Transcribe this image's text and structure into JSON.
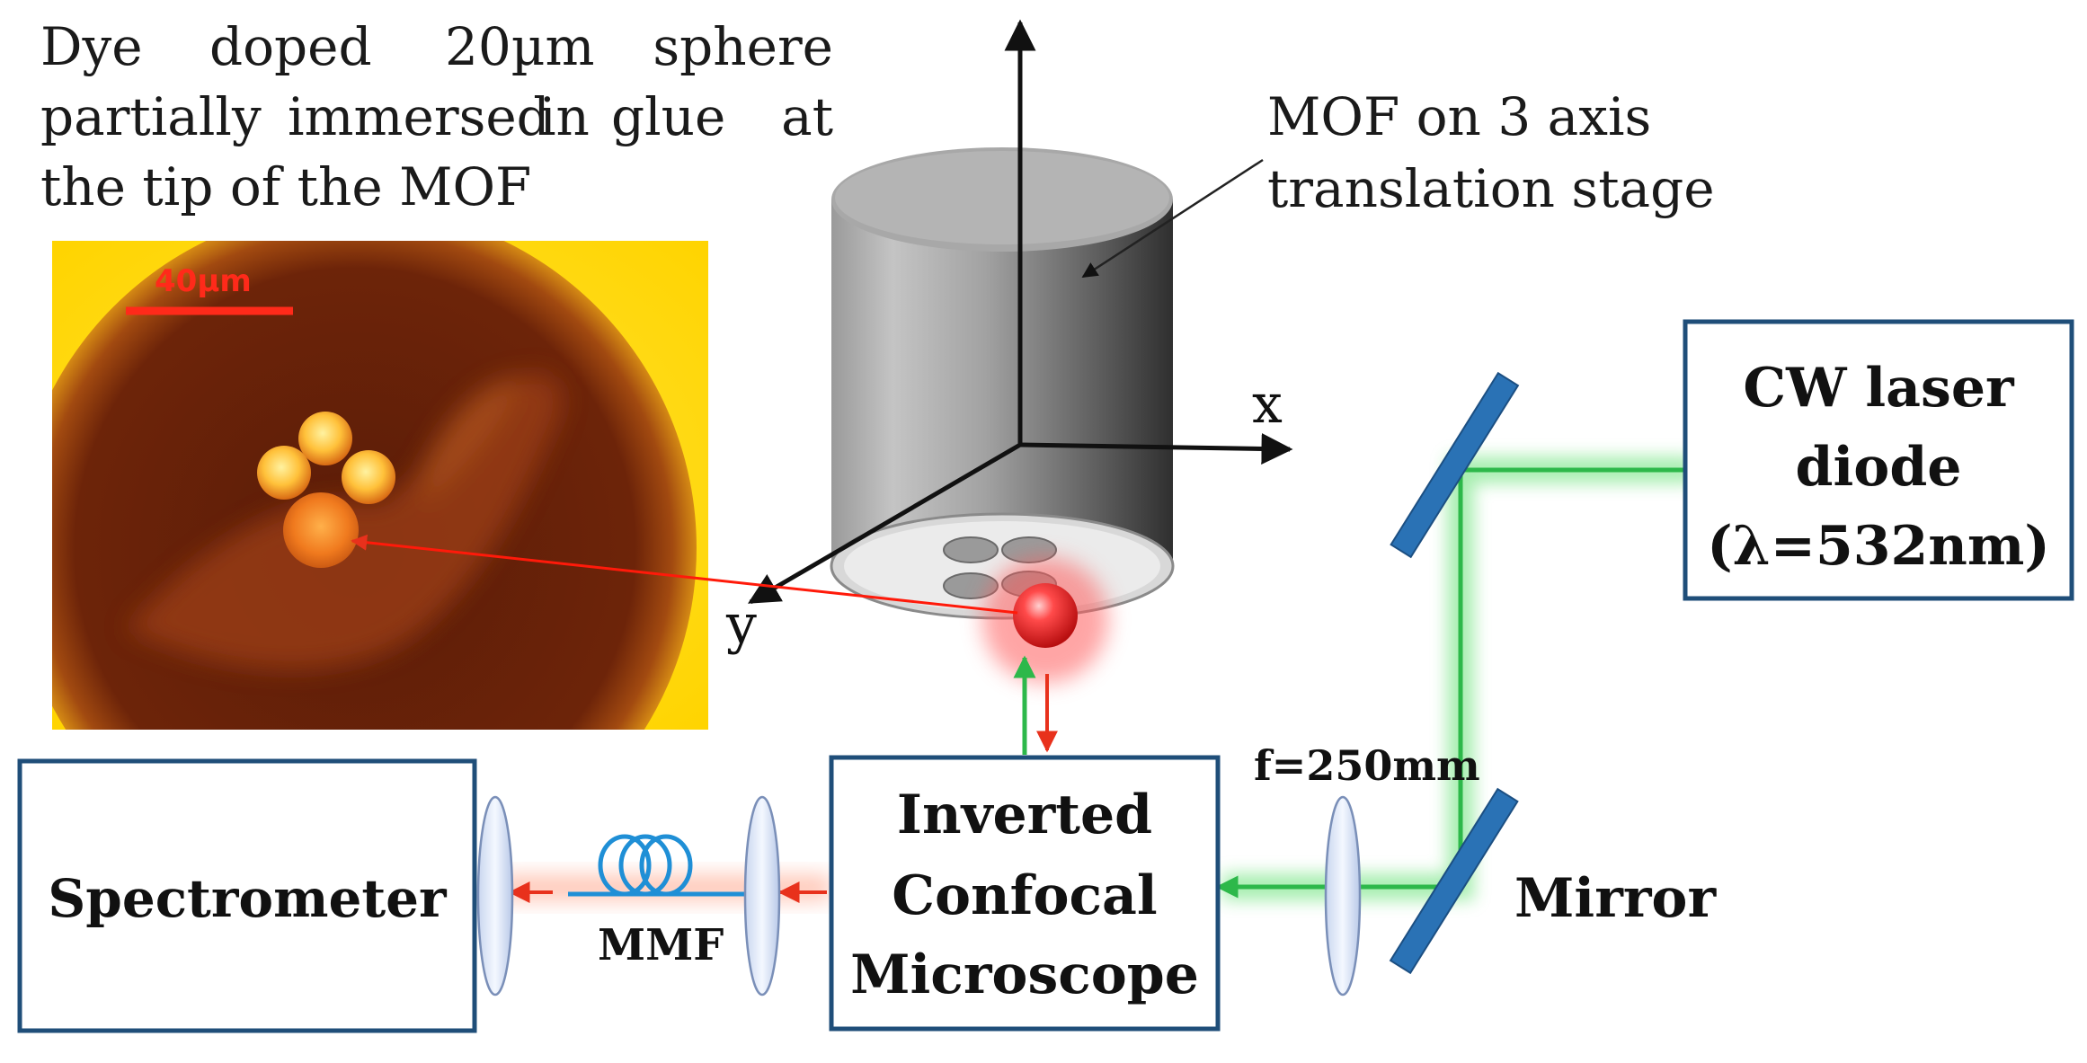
{
  "caption": {
    "line1": [
      "Dye",
      "doped",
      "20µm",
      "sphere"
    ],
    "line2": [
      "partially",
      "immersed",
      "in",
      "glue",
      "at"
    ],
    "line3": "the tip of the MOF"
  },
  "mof_note": {
    "line1": "MOF on 3 axis",
    "line2": "translation stage"
  },
  "axes": {
    "x": "x",
    "y": "y"
  },
  "micrograph": {
    "scale_label": "40µm"
  },
  "laser": {
    "line1": "CW laser",
    "line2": "diode",
    "line3": "(λ=532nm)"
  },
  "microscope": {
    "line1": "Inverted",
    "line2": "Confocal",
    "line3": "Microscope"
  },
  "spectrometer": {
    "label": "Spectrometer"
  },
  "mmf": {
    "label": "MMF"
  },
  "lens": {
    "label": "f=250mm"
  },
  "mirror": {
    "label": "Mirror"
  },
  "colors": {
    "box_border": "#1f4e79",
    "pump_beam": "#2db84a",
    "emission": "#e8311c",
    "mirror": "#2a72b5",
    "fiber": "#1f8fd6"
  }
}
